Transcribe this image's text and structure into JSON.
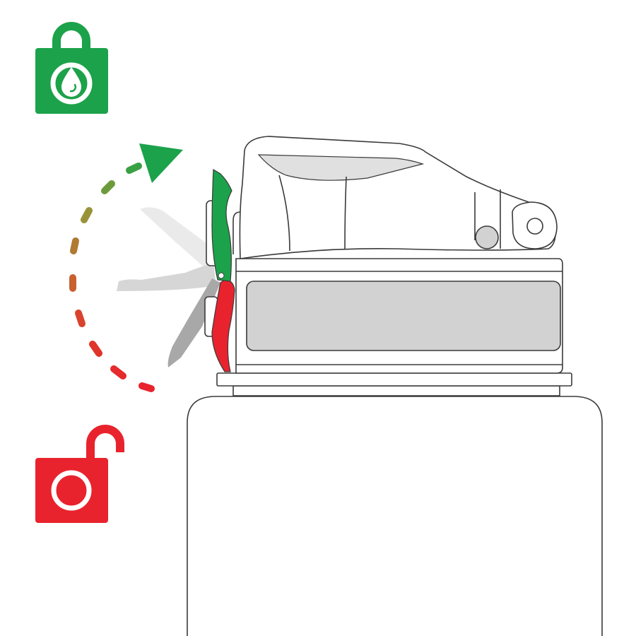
{
  "diagram": {
    "subject": "water-bottle-lid-lock-mechanism",
    "icons": {
      "locked": "lock-closed-droplet-icon",
      "unlocked": "lock-open-icon"
    },
    "colors": {
      "locked": "#1ca24a",
      "unlocked": "#e8232d",
      "arrow_mid": "#9a9238",
      "arrow_mid_low": "#c46a32",
      "outline": "#3a3a3a",
      "window": "#d2d2d2",
      "ghost_light": "#eaeaea",
      "ghost_mid": "#d6d6d6",
      "ghost_dark": "#a8a8a8",
      "background": "#ffffff"
    },
    "states": [
      "locked",
      "transition",
      "unlocked"
    ]
  }
}
